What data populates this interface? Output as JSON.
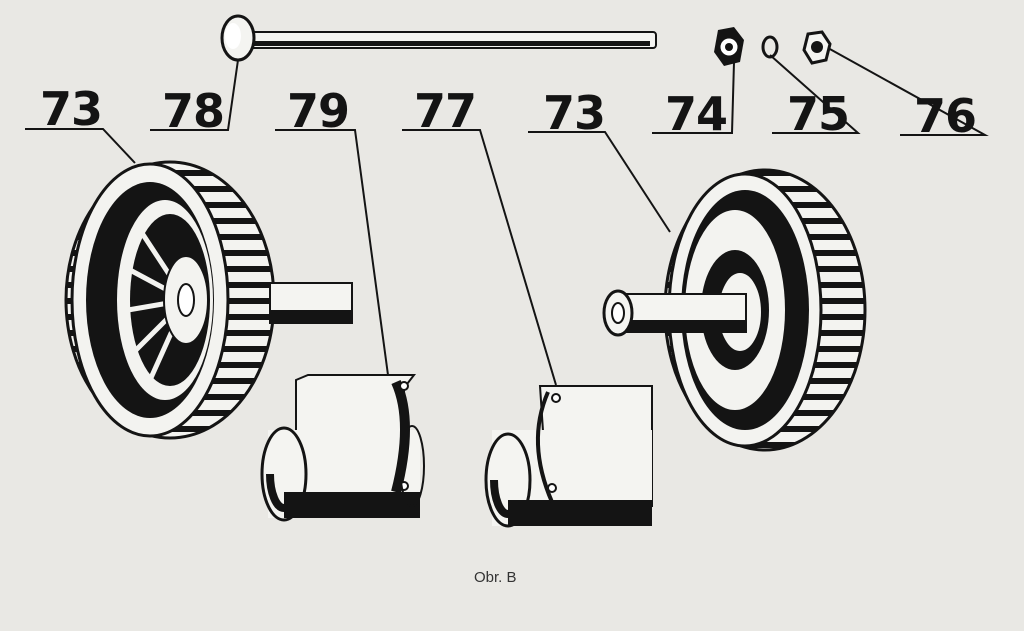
{
  "figure": {
    "caption": "Obr. B",
    "labels": {
      "wheel_left": "73",
      "axle": "78",
      "bracket_left": "79",
      "bracket_right": "77",
      "wheel_right": "73",
      "nut_flanged": "74",
      "washer": "75",
      "nut": "76"
    }
  },
  "colors": {
    "paper": "#e9e8e4",
    "ink": "#141414"
  }
}
